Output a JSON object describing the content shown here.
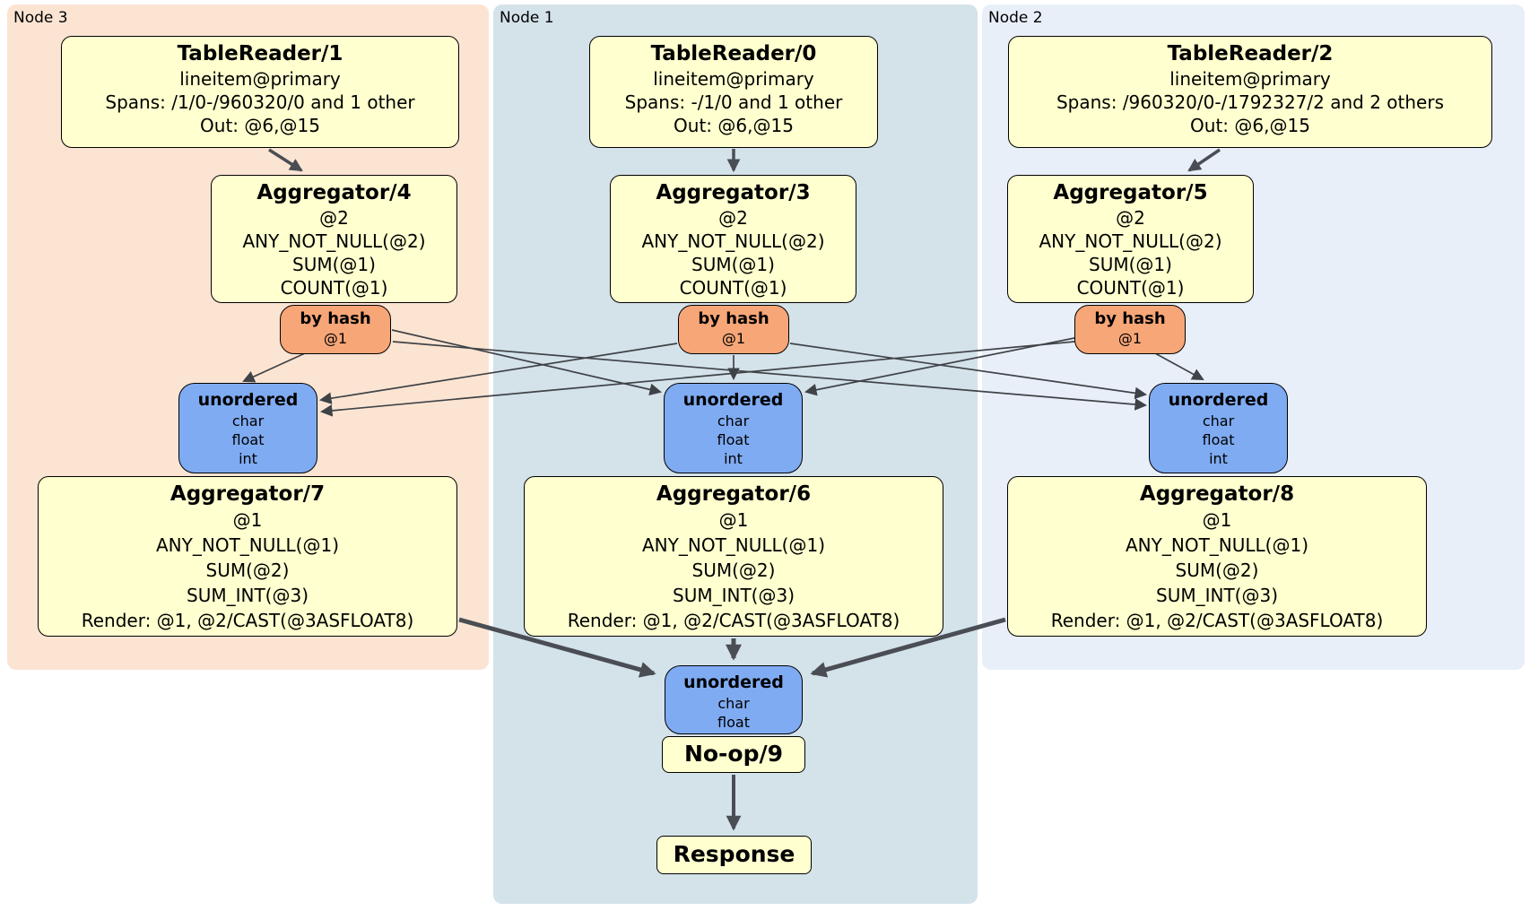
{
  "palette": {
    "region_node3_fill": "#fce4d3",
    "region_node1_fill": "#d4e2ea",
    "region_node2_fill": "#e9eff9",
    "processor_fill": "#ffffcf",
    "router_fill": "#f7a678",
    "sync_fill": "#7fabf2",
    "edge_color": "#4a4e54",
    "border_color": "#000000"
  },
  "regions": {
    "node3": {
      "label": "Node 3"
    },
    "node1": {
      "label": "Node 1"
    },
    "node2": {
      "label": "Node 2"
    }
  },
  "p": {
    "tr1": {
      "title": "TableReader/1",
      "lines": [
        "lineitem@primary",
        "Spans: /1/0-/960320/0 and 1 other",
        "Out: @6,@15"
      ]
    },
    "tr0": {
      "title": "TableReader/0",
      "lines": [
        "lineitem@primary",
        "Spans: -/1/0 and 1 other",
        "Out: @6,@15"
      ]
    },
    "tr2": {
      "title": "TableReader/2",
      "lines": [
        "lineitem@primary",
        "Spans: /960320/0-/1792327/2 and 2 others",
        "Out: @6,@15"
      ]
    },
    "agg4": {
      "title": "Aggregator/4",
      "lines": [
        "@2",
        "ANY_NOT_NULL(@2)",
        "SUM(@1)",
        "COUNT(@1)"
      ]
    },
    "agg3": {
      "title": "Aggregator/3",
      "lines": [
        "@2",
        "ANY_NOT_NULL(@2)",
        "SUM(@1)",
        "COUNT(@1)"
      ]
    },
    "agg5": {
      "title": "Aggregator/5",
      "lines": [
        "@2",
        "ANY_NOT_NULL(@2)",
        "SUM(@1)",
        "COUNT(@1)"
      ]
    },
    "router4": {
      "title": "by hash",
      "lines": [
        "@1"
      ]
    },
    "router3": {
      "title": "by hash",
      "lines": [
        "@1"
      ]
    },
    "router5": {
      "title": "by hash",
      "lines": [
        "@1"
      ]
    },
    "sync3": {
      "title": "unordered",
      "lines": [
        "char",
        "float",
        "int"
      ]
    },
    "sync1": {
      "title": "unordered",
      "lines": [
        "char",
        "float",
        "int"
      ]
    },
    "sync2": {
      "title": "unordered",
      "lines": [
        "char",
        "float",
        "int"
      ]
    },
    "agg7": {
      "title": "Aggregator/7",
      "lines": [
        "@1",
        "ANY_NOT_NULL(@1)",
        "SUM(@2)",
        "SUM_INT(@3)",
        "Render: @1, @2/CAST(@3ASFLOAT8)"
      ]
    },
    "agg6": {
      "title": "Aggregator/6",
      "lines": [
        "@1",
        "ANY_NOT_NULL(@1)",
        "SUM(@2)",
        "SUM_INT(@3)",
        "Render: @1, @2/CAST(@3ASFLOAT8)"
      ]
    },
    "agg8": {
      "title": "Aggregator/8",
      "lines": [
        "@1",
        "ANY_NOT_NULL(@1)",
        "SUM(@2)",
        "SUM_INT(@3)",
        "Render: @1, @2/CAST(@3ASFLOAT8)"
      ]
    },
    "syncf": {
      "title": "unordered",
      "lines": [
        "char",
        "float"
      ]
    },
    "noop": {
      "title": "No-op/9"
    },
    "response": {
      "title": "Response"
    }
  }
}
